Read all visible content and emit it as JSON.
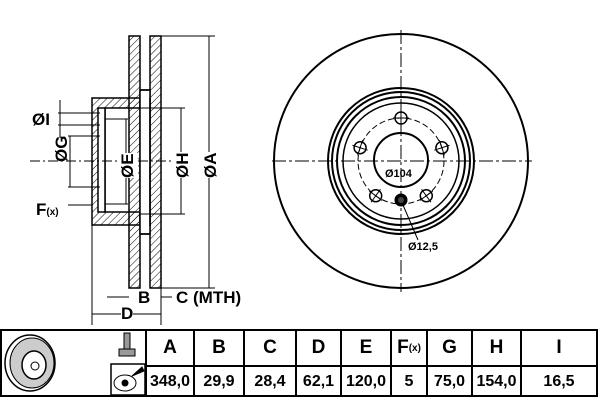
{
  "side_view": {
    "labels": {
      "I": "ØI",
      "G": "ØG",
      "E": "ØE",
      "H": "ØH",
      "A": "ØA",
      "F": "F",
      "F_sup": "(x)",
      "B": "B",
      "C": "C (MTH)",
      "D": "D"
    }
  },
  "front_view": {
    "bolt_circle_label": "Ø104",
    "hole_label": "Ø12,5",
    "bolt_count": 5
  },
  "table": {
    "headers": [
      "A",
      "B",
      "C",
      "D",
      "E",
      "F",
      "G",
      "H",
      "I"
    ],
    "f_sup": "(x)",
    "values": [
      "348,0",
      "29,9",
      "28,4",
      "62,1",
      "120,0",
      "5",
      "75,0",
      "154,0",
      "16,5"
    ]
  }
}
